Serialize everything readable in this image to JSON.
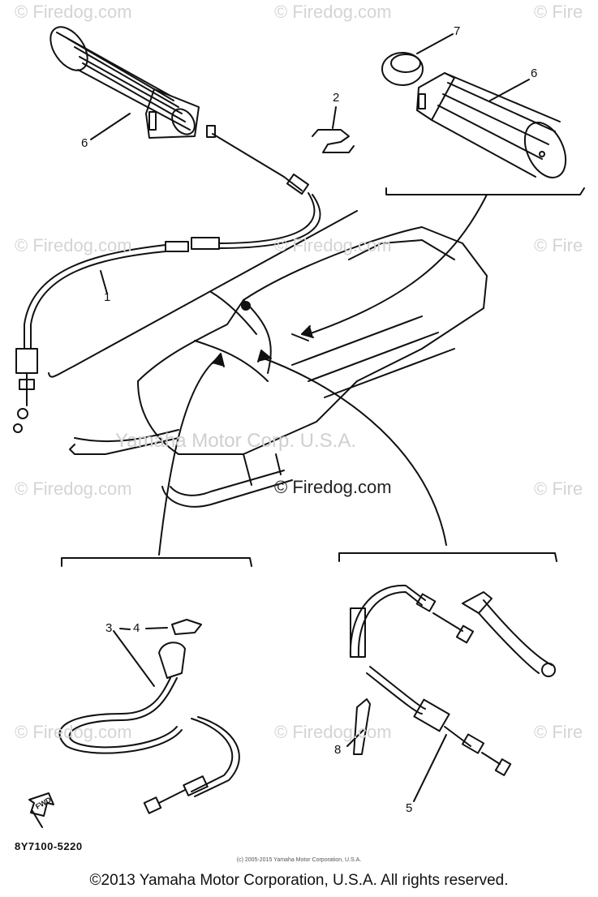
{
  "watermarks": {
    "corner_text": "© Firedog.com",
    "edge_text": "© Fire",
    "center_text": "© Firedog.com",
    "manufacturer_text": "Yamaha Motor Corp. U.S.A."
  },
  "callouts": {
    "c1": "1",
    "c2": "2",
    "c3": "3",
    "c4": "4",
    "c5": "5",
    "c6_left": "6",
    "c6_right": "6",
    "c7": "7",
    "c8": "8"
  },
  "fwd_label": "FWD",
  "diagram_code": "8Y7100-5220",
  "small_copyright": "(c) 2005-2015 Yamaha Motor Corporation, U.S.A.",
  "copyright": "©2013 Yamaha Motor Corporation, U.S.A. All rights reserved.",
  "colors": {
    "line": "#111111",
    "watermark": "#d4d4d4",
    "background": "#ffffff"
  }
}
